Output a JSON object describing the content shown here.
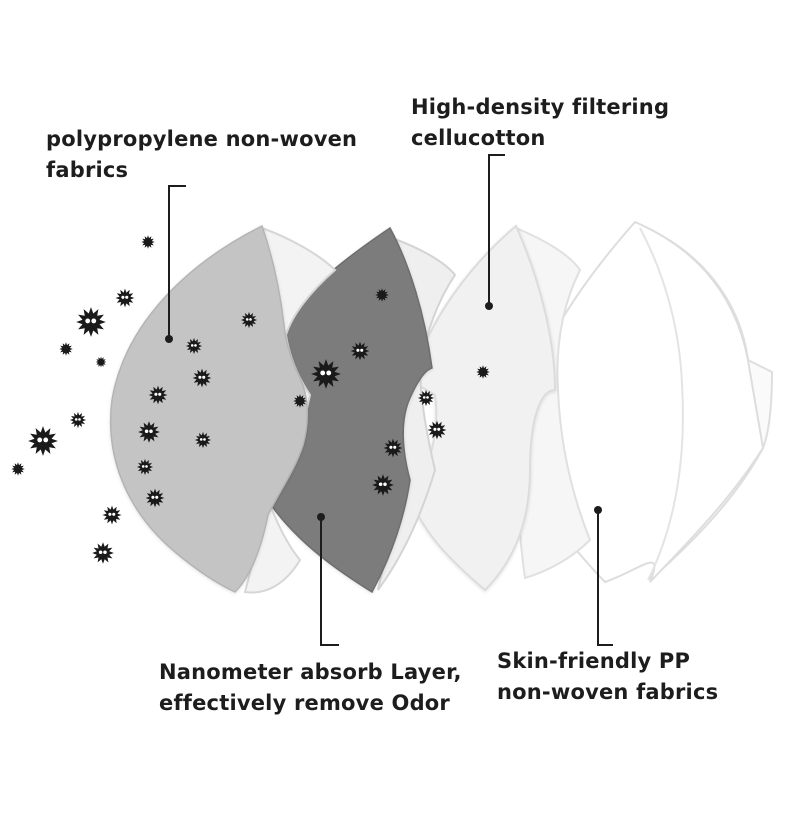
{
  "labels": {
    "outer_layer": {
      "line1": "polypropylene non-woven",
      "line2": "fabrics"
    },
    "filter_layer": {
      "line1": "High-density filtering",
      "line2": "cellucotton"
    },
    "absorb_layer": {
      "line1": "Nanometer absorb Layer,",
      "line2": "effectively remove Odor"
    },
    "inner_layer": {
      "line1": "Skin-friendly PP",
      "line2": "non-woven fabrics"
    }
  },
  "colors": {
    "outer_layer": "#c4c4c4",
    "absorb_layer": "#7c7c7c",
    "filter_layer": "#f2f2f2",
    "inner_layer": "#ffffff",
    "leader_line": "#1d1d1d",
    "particle": "#1a1a1a"
  },
  "icons": {
    "particle": "dust-particle-icon"
  }
}
